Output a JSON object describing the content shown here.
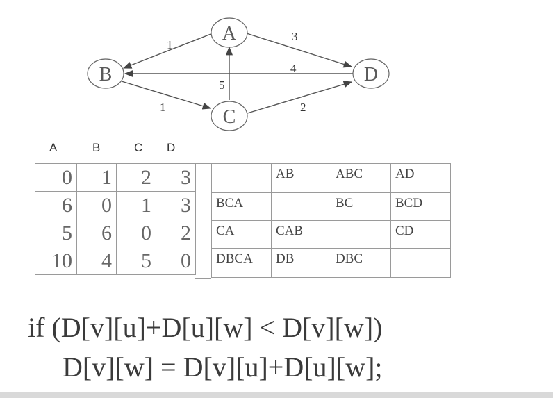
{
  "graph": {
    "nodes": [
      "A",
      "B",
      "C",
      "D"
    ],
    "edges": [
      {
        "from": "A",
        "to": "B",
        "weight": "1"
      },
      {
        "from": "A",
        "to": "D",
        "weight": "3"
      },
      {
        "from": "D",
        "to": "B",
        "weight": "4"
      },
      {
        "from": "C",
        "to": "A",
        "weight": "5"
      },
      {
        "from": "B",
        "to": "C",
        "weight": "1"
      },
      {
        "from": "C",
        "to": "D",
        "weight": "2"
      }
    ]
  },
  "distance_matrix": {
    "headers": [
      "A",
      "B",
      "C",
      "D"
    ],
    "rows": [
      [
        "0",
        "1",
        "2",
        "3"
      ],
      [
        "6",
        "0",
        "1",
        "3"
      ],
      [
        "5",
        "6",
        "0",
        "2"
      ],
      [
        "10",
        "4",
        "5",
        "0"
      ]
    ]
  },
  "path_matrix": {
    "rows": [
      [
        "",
        "AB",
        "ABC",
        "AD"
      ],
      [
        "BCA",
        "",
        "BC",
        "BCD"
      ],
      [
        "CA",
        "CAB",
        "",
        "CD"
      ],
      [
        "DBCA",
        "DB",
        "DBC",
        ""
      ]
    ]
  },
  "code": {
    "line1": "if (D[v][u]+D[u][w] < D[v][w])",
    "line2": "D[v][w] = D[v][u]+D[u][w];"
  }
}
